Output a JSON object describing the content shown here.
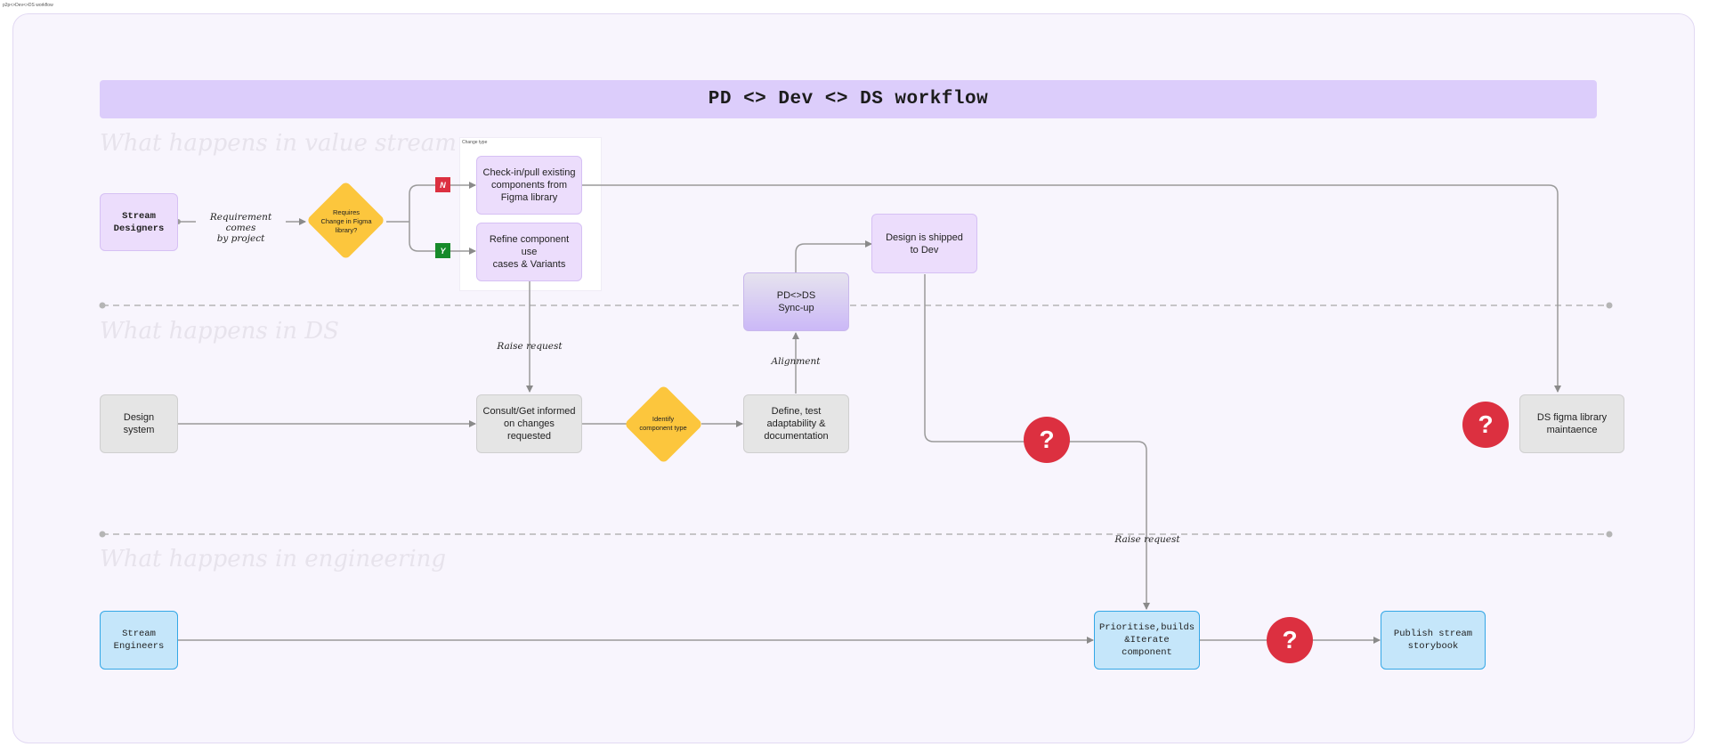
{
  "page_title": "p2p<>Dev<>DS workflow",
  "banner_title": "PD <> Dev <> DS workflow",
  "lanes": {
    "value_stream": "What happens in value stream",
    "ds": "What happens in DS",
    "engineering": "What happens in engineering"
  },
  "section_label": "Change type",
  "nodes": {
    "stream_designers": "Stream\nDesigners",
    "requires_change": "Requires\nChange in Figma\nlibrary?",
    "check_in": "Check-in/pull existing\ncomponents from\nFigma library",
    "refine": "Refine component use\ncases & Variants",
    "design_shipped": "Design is shipped\nto Dev",
    "pd_ds_sync": "PD<>DS\nSync-up",
    "design_system": "Design\nsystem",
    "consult": "Consult/Get informed\non changes requested",
    "identify": "Identify\ncomponent type",
    "define_test": "Define, test\nadaptability &\ndocumentation",
    "ds_figma": "DS figma library\nmaintaence",
    "stream_engineers": "Stream\nEngineers",
    "prioritise": "Prioritise,builds\n&Iterate component",
    "publish": "Publish stream\nstorybook"
  },
  "badges": {
    "no": "N",
    "yes": "Y"
  },
  "labels": {
    "requirement": "Requirement comes\nby project",
    "raise_request_1": "Raise request",
    "alignment": "Alignment",
    "raise_request_2": "Raise request"
  },
  "question_mark": "?",
  "colors": {
    "banner": "#dccdfb",
    "purple_node": "#ecddfc",
    "grey_node": "#e5e5e5",
    "blue_node": "#c5e6fa",
    "decision": "#fcc63d",
    "question": "#dc3040",
    "badge_no": "#dc3040",
    "badge_yes": "#178a2a"
  }
}
